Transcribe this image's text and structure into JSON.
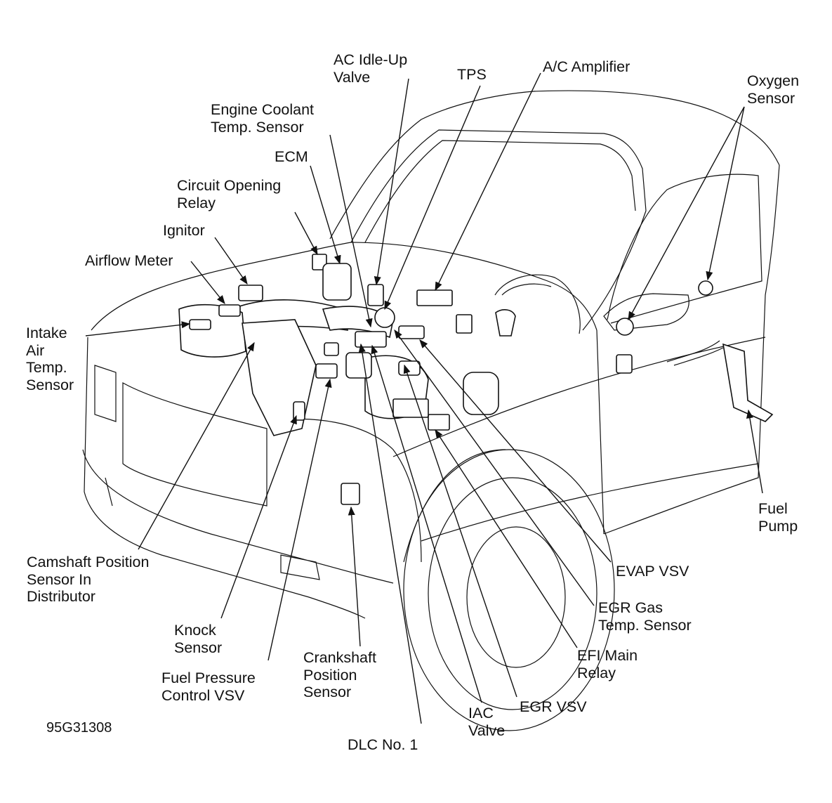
{
  "labels": {
    "ac_idle_up_valve": "AC Idle-Up\nValve",
    "tps": "TPS",
    "ac_amplifier": "A/C Amplifier",
    "oxygen_sensor": "Oxygen\nSensor",
    "engine_coolant_temp_sensor": "Engine Coolant\nTemp. Sensor",
    "ecm": "ECM",
    "circuit_opening_relay": "Circuit Opening\nRelay",
    "ignitor": "Ignitor",
    "airflow_meter": "Airflow Meter",
    "intake_air_temp_sensor": "Intake\nAir\nTemp.\nSensor",
    "camshaft_position_sensor": "Camshaft Position\nSensor In\nDistributor",
    "knock_sensor": "Knock\nSensor",
    "fuel_pressure_control_vsv": "Fuel Pressure\nControl VSV",
    "crankshaft_position_sensor": "Crankshaft\nPosition\nSensor",
    "dlc_no1": "DLC No. 1",
    "iac_valve": "IAC\nValve",
    "egr_vsv": "EGR VSV",
    "efi_main_relay": "EFI Main\nRelay",
    "egr_gas_temp_sensor": "EGR Gas\nTemp. Sensor",
    "evap_vsv": "EVAP VSV",
    "fuel_pump": "Fuel\nPump"
  },
  "figure_code": "95G31308",
  "colors": {
    "ink": "#111111",
    "background": "#ffffff"
  }
}
